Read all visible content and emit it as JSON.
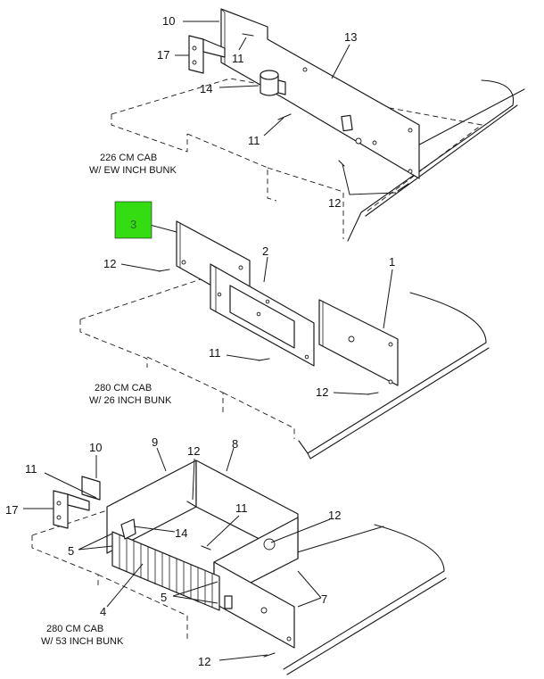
{
  "colors": {
    "highlight": "#33dd11",
    "line": "#1a1a1a",
    "background": "#ffffff"
  },
  "top_assembly": {
    "caption_line1": "226 CM CAB",
    "caption_line2": "W/ EW INCH BUNK",
    "labels": [
      "10",
      "17",
      "11",
      "13",
      "14",
      "11",
      "12"
    ]
  },
  "middle_assembly": {
    "highlight_label": "3",
    "caption_line1": "280 CM CAB",
    "caption_line2": "W/ 26 INCH BUNK",
    "labels": [
      "12",
      "2",
      "1",
      "11",
      "12"
    ]
  },
  "bottom_assembly": {
    "caption_line1": "280 CM CAB",
    "caption_line2": "W/ 53 INCH BUNK",
    "labels": [
      "10",
      "9",
      "12",
      "8",
      "11",
      "17",
      "11",
      "12",
      "14",
      "5",
      "4",
      "5",
      "7",
      "12"
    ]
  }
}
